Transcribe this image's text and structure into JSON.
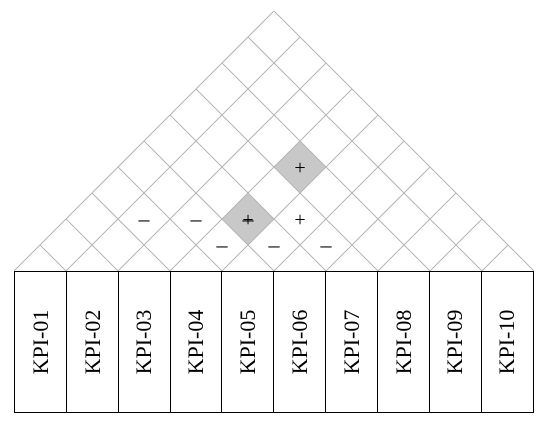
{
  "kpis": [
    "KPI-01",
    "KPI-02",
    "KPI-03",
    "KPI-04",
    "KPI-05",
    "KPI-06",
    "KPI-07",
    "KPI-08",
    "KPI-09",
    "KPI-10"
  ],
  "correlations": [
    {
      "i": 4,
      "j": 8,
      "sign": "+",
      "highlighted": true
    },
    {
      "i": 4,
      "j": 6,
      "sign": "+",
      "highlighted": false
    },
    {
      "i": 5,
      "j": 7,
      "sign": "+",
      "highlighted": false
    },
    {
      "i": 2,
      "j": 4,
      "sign": "–",
      "highlighted": false
    },
    {
      "i": 3,
      "j": 5,
      "sign": "–",
      "highlighted": false
    },
    {
      "i": 4,
      "j": 6,
      "sign": "–",
      "highlighted": true
    },
    {
      "i": 4,
      "j": 5,
      "sign": "–",
      "highlighted": false
    },
    {
      "i": 5,
      "j": 6,
      "sign": "–",
      "highlighted": false
    },
    {
      "i": 6,
      "j": 7,
      "sign": "–",
      "highlighted": false
    }
  ],
  "colors": {
    "line": "#000000",
    "grid": "#b5b5b5",
    "highlight": "#c8c8c8"
  }
}
